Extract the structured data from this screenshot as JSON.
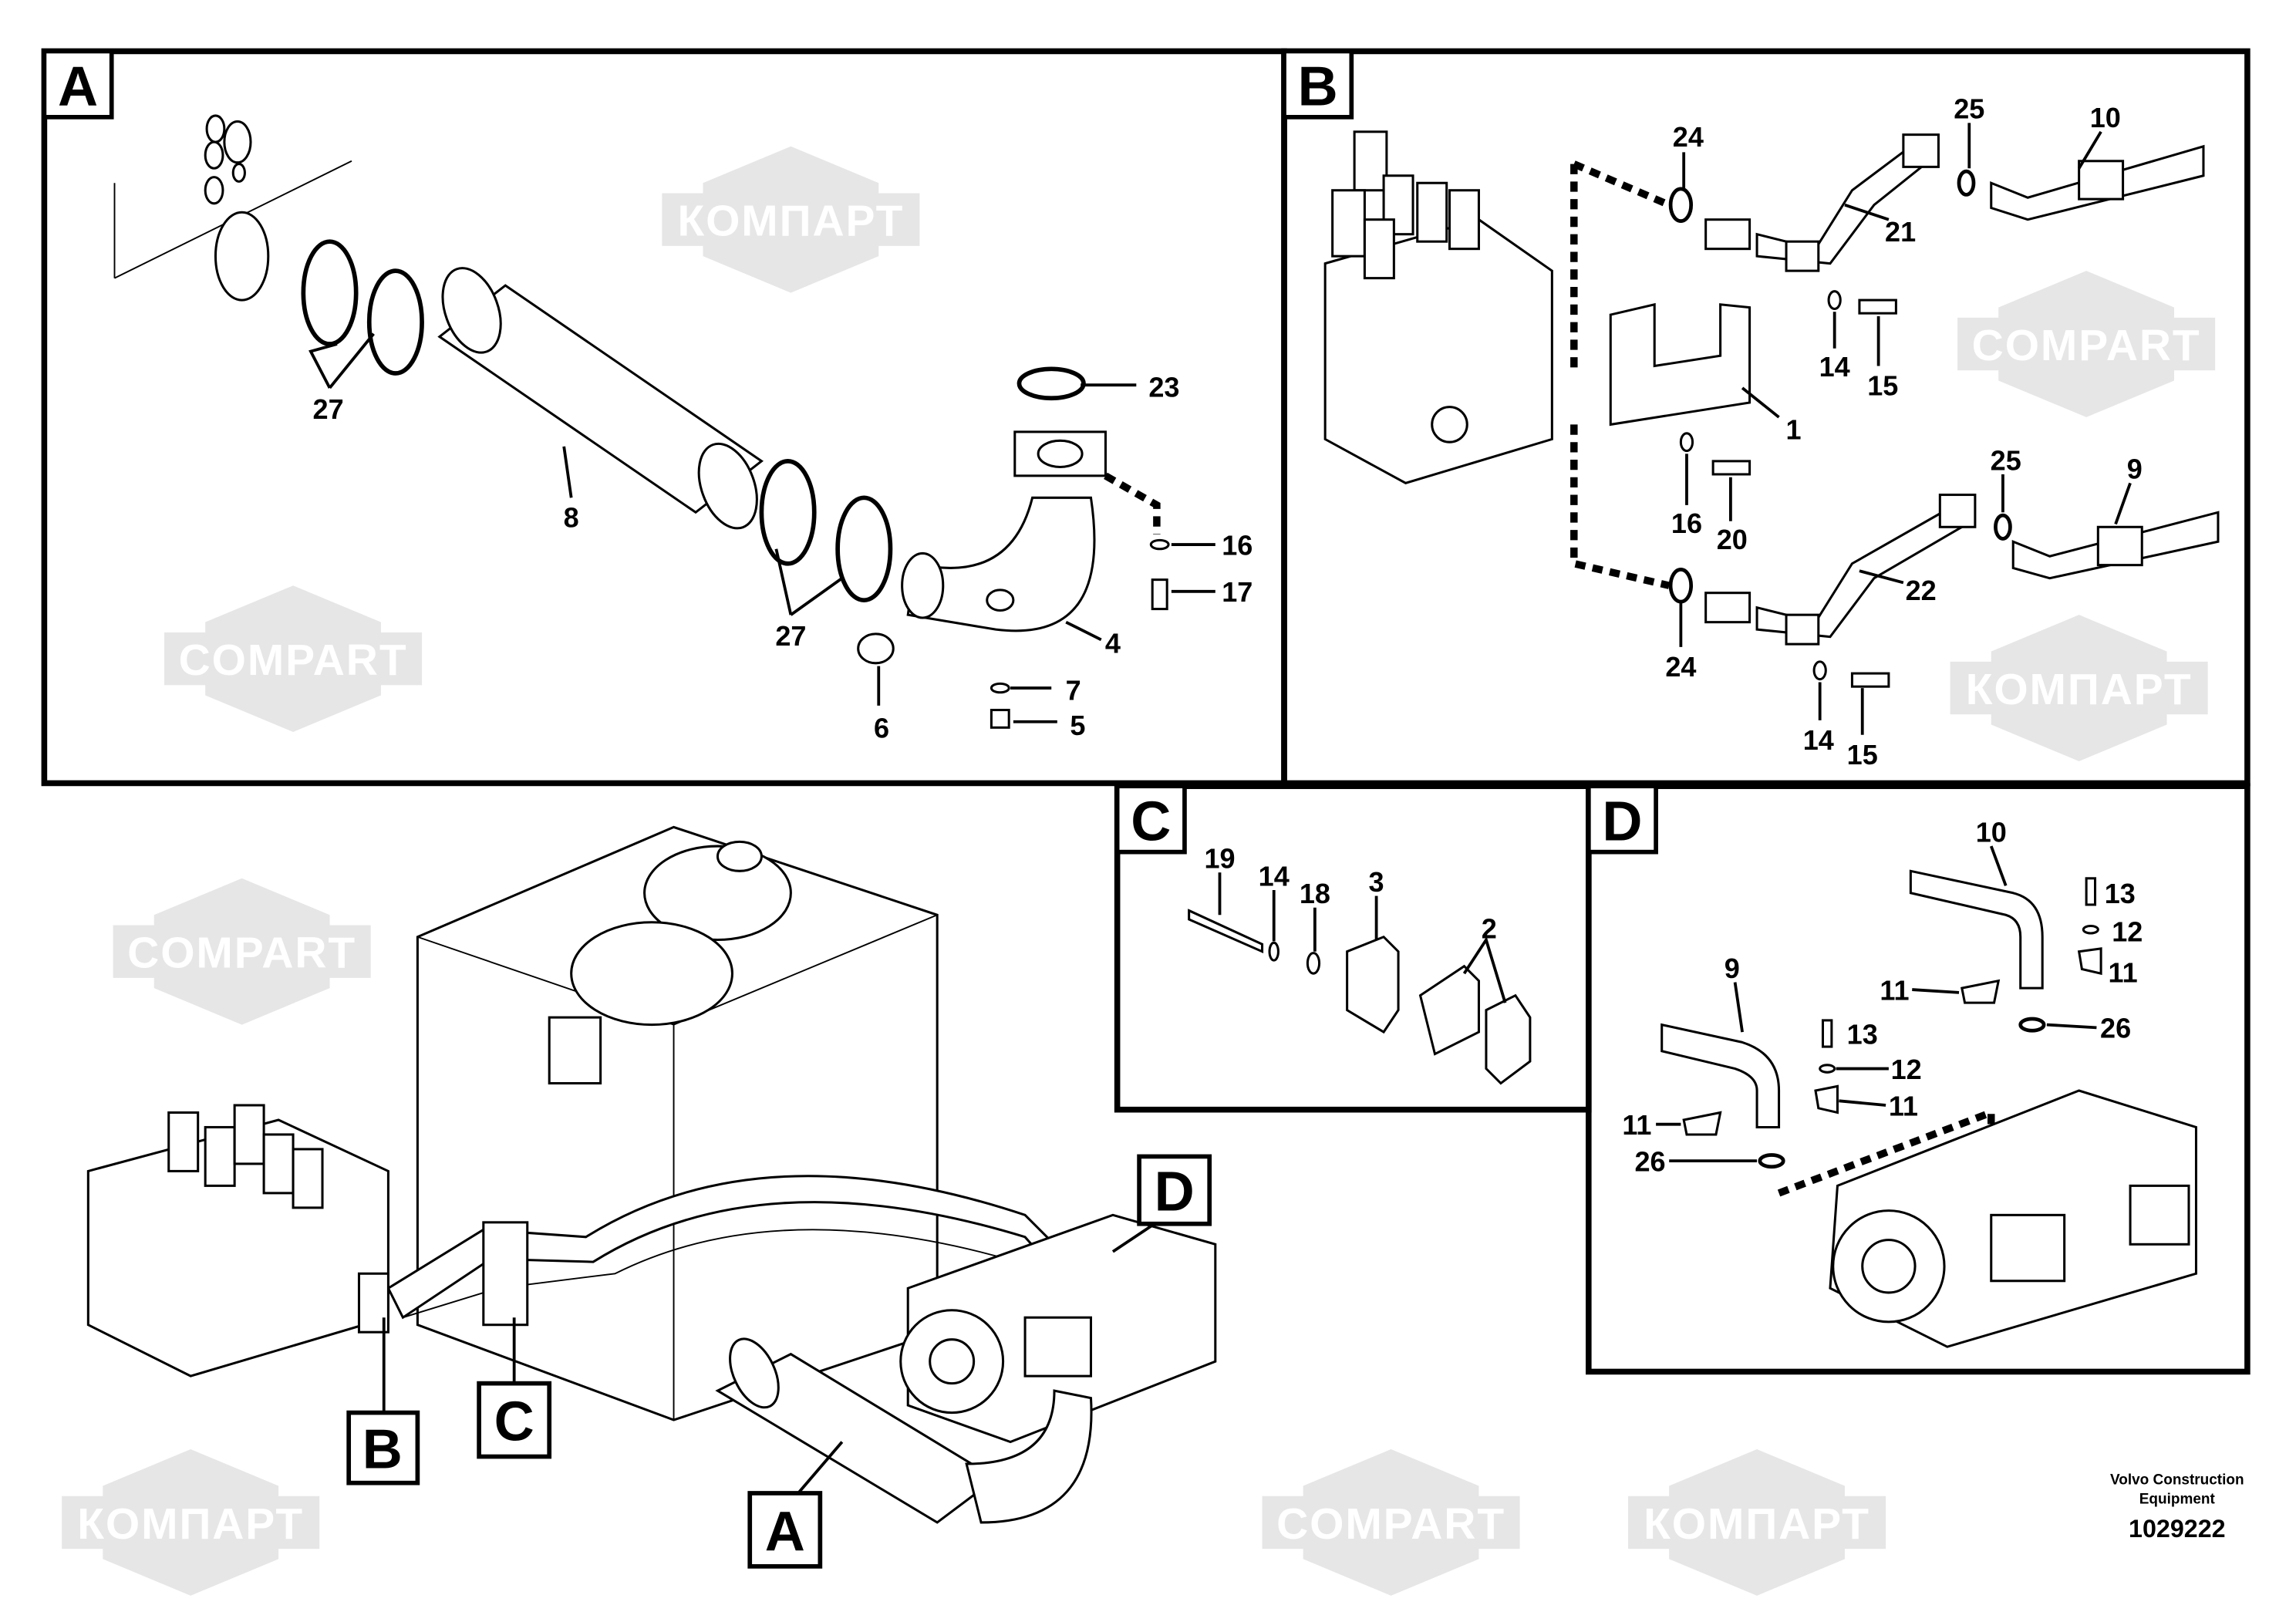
{
  "watermark": {
    "text_latin": "COMPART",
    "text_cyrillic": "КОМПАРТ"
  },
  "panels": {
    "A": {
      "label": "A",
      "callouts": [
        "27",
        "8",
        "23",
        "16",
        "17",
        "27",
        "4",
        "7",
        "6",
        "5"
      ]
    },
    "B": {
      "label": "B",
      "callouts": [
        "24",
        "25",
        "10",
        "21",
        "14",
        "15",
        "1",
        "16",
        "20",
        "25",
        "9",
        "22",
        "24",
        "14",
        "15"
      ]
    },
    "C": {
      "label": "C",
      "callouts": [
        "19",
        "14",
        "18",
        "3",
        "2"
      ]
    },
    "D": {
      "label": "D",
      "callouts": [
        "10",
        "13",
        "12",
        "11",
        "9",
        "11",
        "26",
        "13",
        "12",
        "11",
        "11",
        "26"
      ]
    }
  },
  "overview_labels": {
    "A": "A",
    "B": "B",
    "C": "C",
    "D": "D"
  },
  "footer": {
    "company_line1": "Volvo Construction",
    "company_line2": "Equipment",
    "drawing_number": "1029222"
  }
}
